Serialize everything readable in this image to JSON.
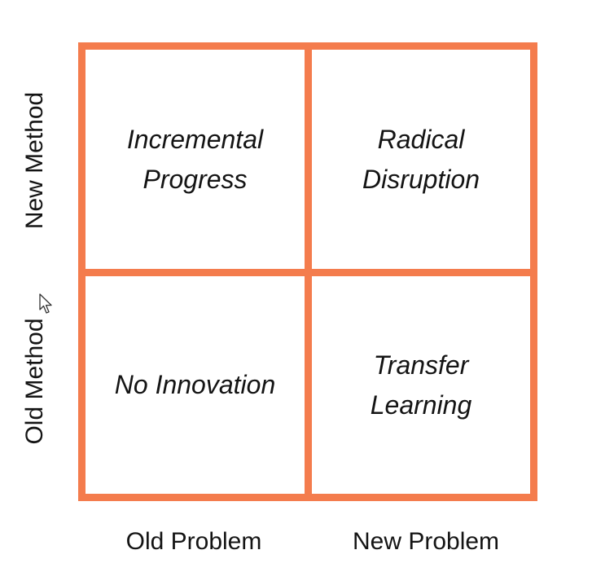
{
  "quadrants": {
    "top_left": "Incremental\nProgress",
    "top_right": "Radical\nDisruption",
    "bottom_left": "No Innovation",
    "bottom_right": "Transfer\nLearning"
  },
  "axes": {
    "x_left": "Old Problem",
    "x_right": "New Problem",
    "y_top": "New Method",
    "y_bottom": "Old Method"
  },
  "colors": {
    "grid_stroke": "#f47c4d",
    "text": "#141414",
    "background": "#ffffff"
  },
  "icons": {
    "cursor": "mouse-pointer-icon"
  }
}
